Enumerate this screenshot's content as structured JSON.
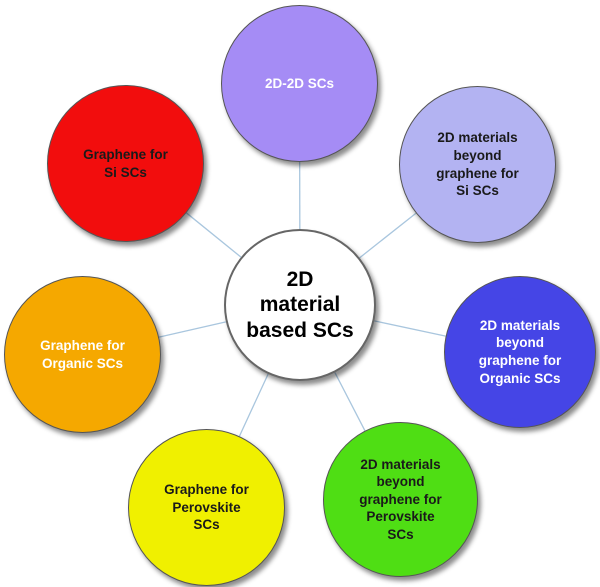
{
  "center": {
    "label": "2D\nmaterial\nbased SCs"
  },
  "nodes": [
    {
      "key": "2d2d",
      "label": "2D-2D SCs",
      "color": "#a58cf5",
      "text_color": "#ffffff"
    },
    {
      "key": "gsi",
      "label": "Graphene for\nSi SCs",
      "color": "#f20d0d",
      "text_color": "#1a1a1a"
    },
    {
      "key": "2dsi",
      "label": "2D materials\nbeyond\ngraphene for\nSi SCs",
      "color": "#b3b3f2",
      "text_color": "#1a1a1a"
    },
    {
      "key": "gorg",
      "label": "Graphene for\nOrganic SCs",
      "color": "#f5a800",
      "text_color": "#ffffff"
    },
    {
      "key": "2dorg",
      "label": "2D materials\nbeyond\ngraphene for\nOrganic SCs",
      "color": "#4545e6",
      "text_color": "#ffffff"
    },
    {
      "key": "gperov",
      "label": "Graphene for\nPerovskite\nSCs",
      "color": "#f0f000",
      "text_color": "#1a1a1a"
    },
    {
      "key": "2dperov",
      "label": "2D materials\nbeyond\ngraphene for\nPerovskite\nSCs",
      "color": "#4fde14",
      "text_color": "#1a1a1a"
    }
  ],
  "connector_color": "#a9c6de"
}
